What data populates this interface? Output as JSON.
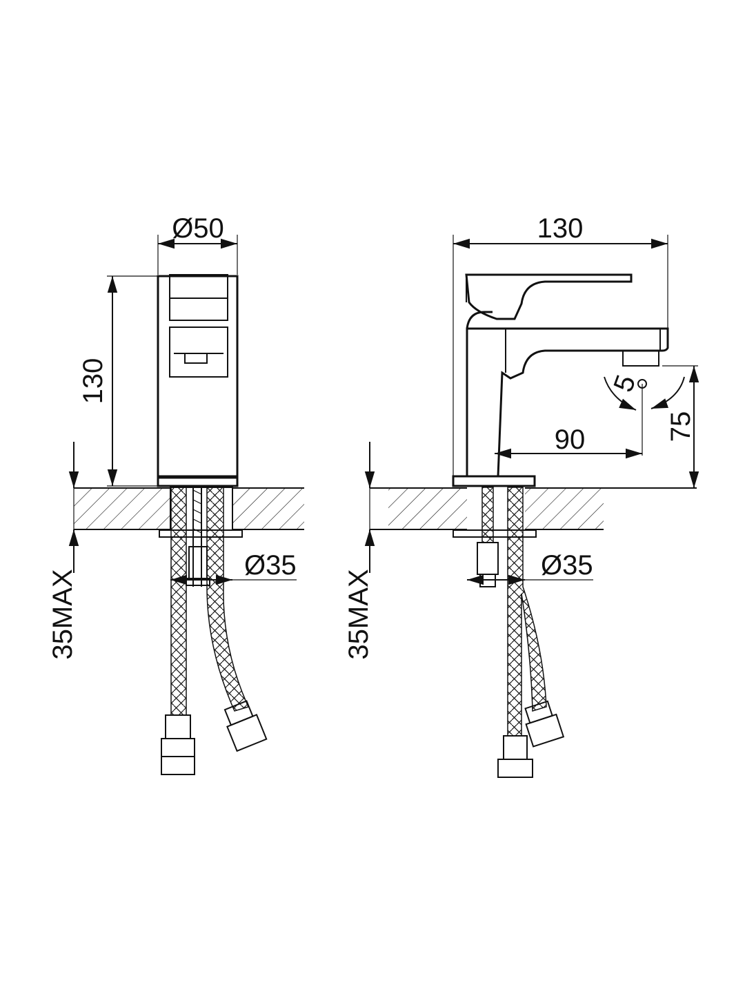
{
  "drawing": {
    "front_view": {
      "diameter_label": "Ø50",
      "height_label": "130",
      "hole_label": "Ø35",
      "deck_label": "35MAX"
    },
    "side_view": {
      "width_label": "130",
      "angle_label": "5",
      "reach_label": "90",
      "spout_height_label": "75",
      "hole_label": "Ø35",
      "deck_label": "35MAX"
    }
  }
}
